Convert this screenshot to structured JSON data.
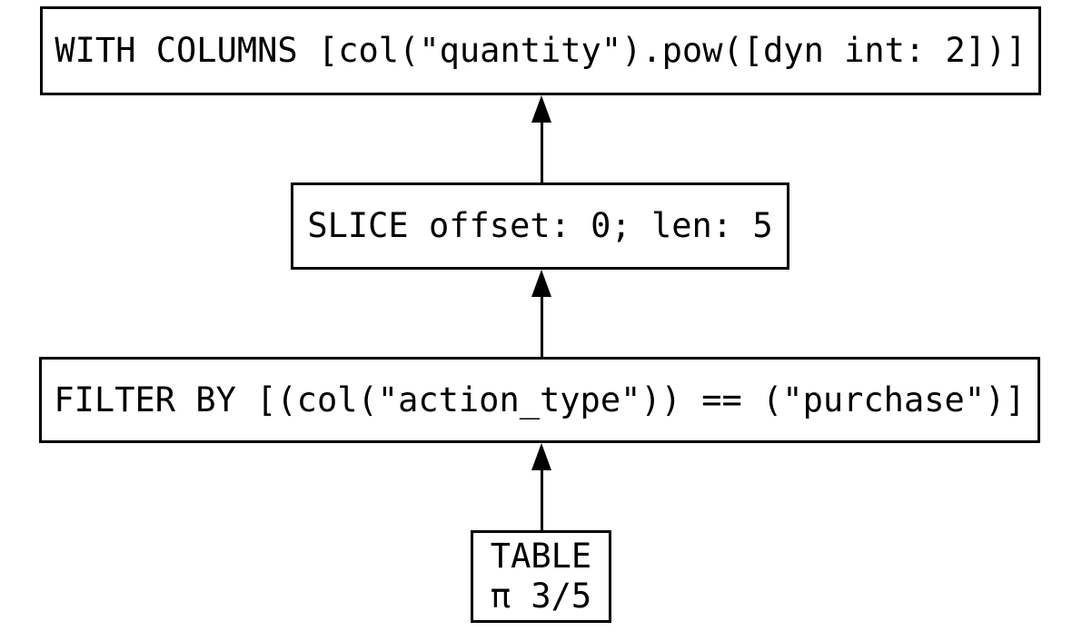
{
  "diagram": {
    "kind": "query-plan",
    "colors": {
      "background": "#ffffff",
      "node_fill": "#ffffff",
      "node_border": "#000000",
      "text": "#000000",
      "edge": "#000000"
    },
    "nodes": [
      {
        "id": "with_columns",
        "label": "WITH COLUMNS [col(\"quantity\").pow([dyn int: 2])]"
      },
      {
        "id": "slice",
        "label": "SLICE offset: 0; len: 5"
      },
      {
        "id": "filter",
        "label": "FILTER BY [(col(\"action_type\")) == (\"purchase\")]"
      },
      {
        "id": "table",
        "label_line1": "TABLE",
        "label_line2": "π 3/5"
      }
    ],
    "edges": [
      {
        "from": "slice",
        "to": "with_columns",
        "direction": "up"
      },
      {
        "from": "filter",
        "to": "slice",
        "direction": "up"
      },
      {
        "from": "table",
        "to": "filter",
        "direction": "up"
      }
    ]
  }
}
